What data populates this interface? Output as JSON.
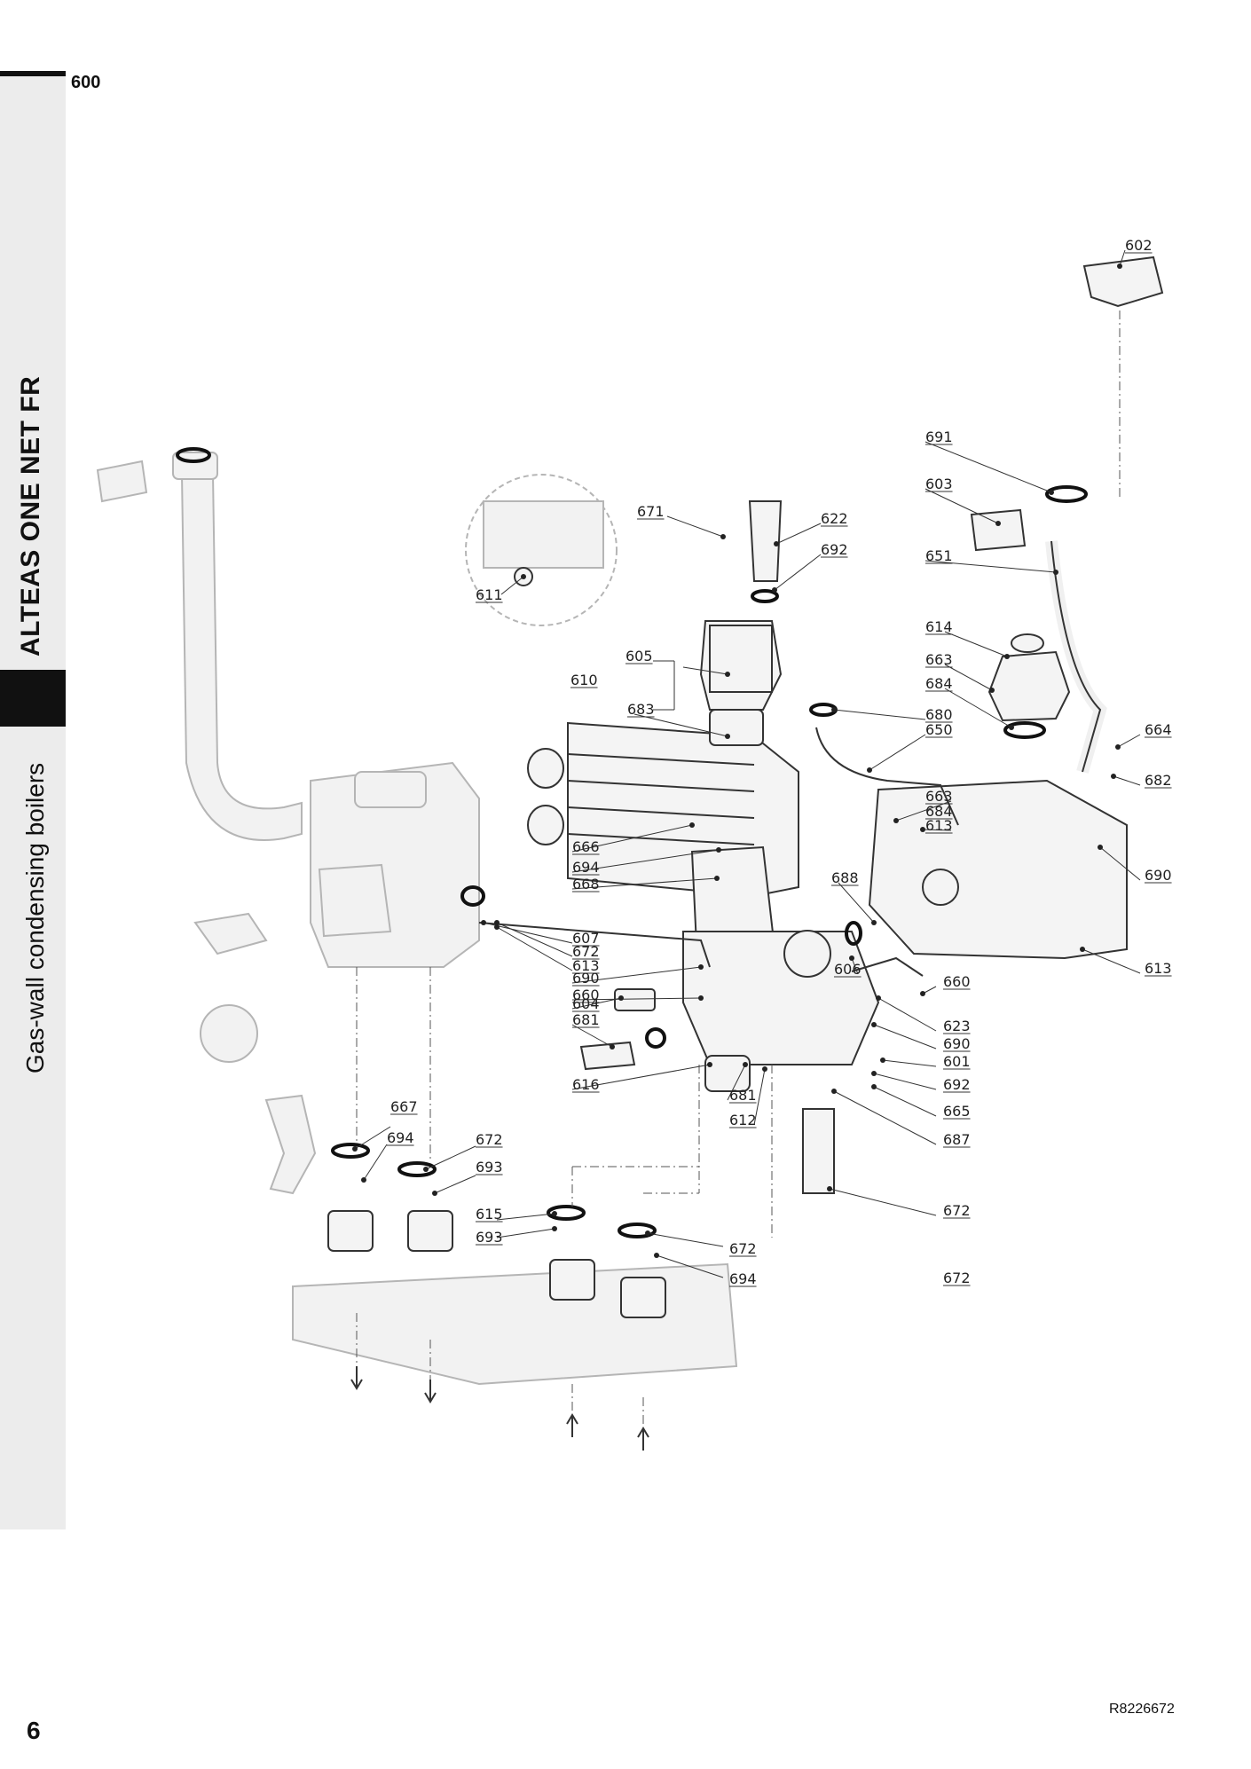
{
  "page": {
    "section_number": "600",
    "page_number": "6",
    "side_title": "ALTEAS ONE NET FR",
    "side_subtitle": "Gas-wall condensing boilers",
    "reference": "R8226672"
  },
  "parts": [
    {
      "label": "602"
    },
    {
      "label": "691"
    },
    {
      "label": "603"
    },
    {
      "label": "651"
    },
    {
      "label": "671"
    },
    {
      "label": "622"
    },
    {
      "label": "692"
    },
    {
      "label": "611"
    },
    {
      "label": "614"
    },
    {
      "label": "663"
    },
    {
      "label": "684"
    },
    {
      "label": "680"
    },
    {
      "label": "650"
    },
    {
      "label": "664"
    },
    {
      "label": "682"
    },
    {
      "label": "605"
    },
    {
      "label": "610"
    },
    {
      "label": "683"
    },
    {
      "label": "663"
    },
    {
      "label": "684"
    },
    {
      "label": "613"
    },
    {
      "label": "688"
    },
    {
      "label": "690"
    },
    {
      "label": "666"
    },
    {
      "label": "694"
    },
    {
      "label": "668"
    },
    {
      "label": "607"
    },
    {
      "label": "672"
    },
    {
      "label": "613"
    },
    {
      "label": "690"
    },
    {
      "label": "660"
    },
    {
      "label": "606"
    },
    {
      "label": "660"
    },
    {
      "label": "613"
    },
    {
      "label": "604"
    },
    {
      "label": "681"
    },
    {
      "label": "623"
    },
    {
      "label": "690"
    },
    {
      "label": "601"
    },
    {
      "label": "692"
    },
    {
      "label": "616"
    },
    {
      "label": "681"
    },
    {
      "label": "612"
    },
    {
      "label": "665"
    },
    {
      "label": "687"
    },
    {
      "label": "667"
    },
    {
      "label": "694"
    },
    {
      "label": "672"
    },
    {
      "label": "693"
    },
    {
      "label": "672"
    },
    {
      "label": "615"
    },
    {
      "label": "693"
    },
    {
      "label": "672"
    },
    {
      "label": "694"
    },
    {
      "label": "672"
    }
  ]
}
